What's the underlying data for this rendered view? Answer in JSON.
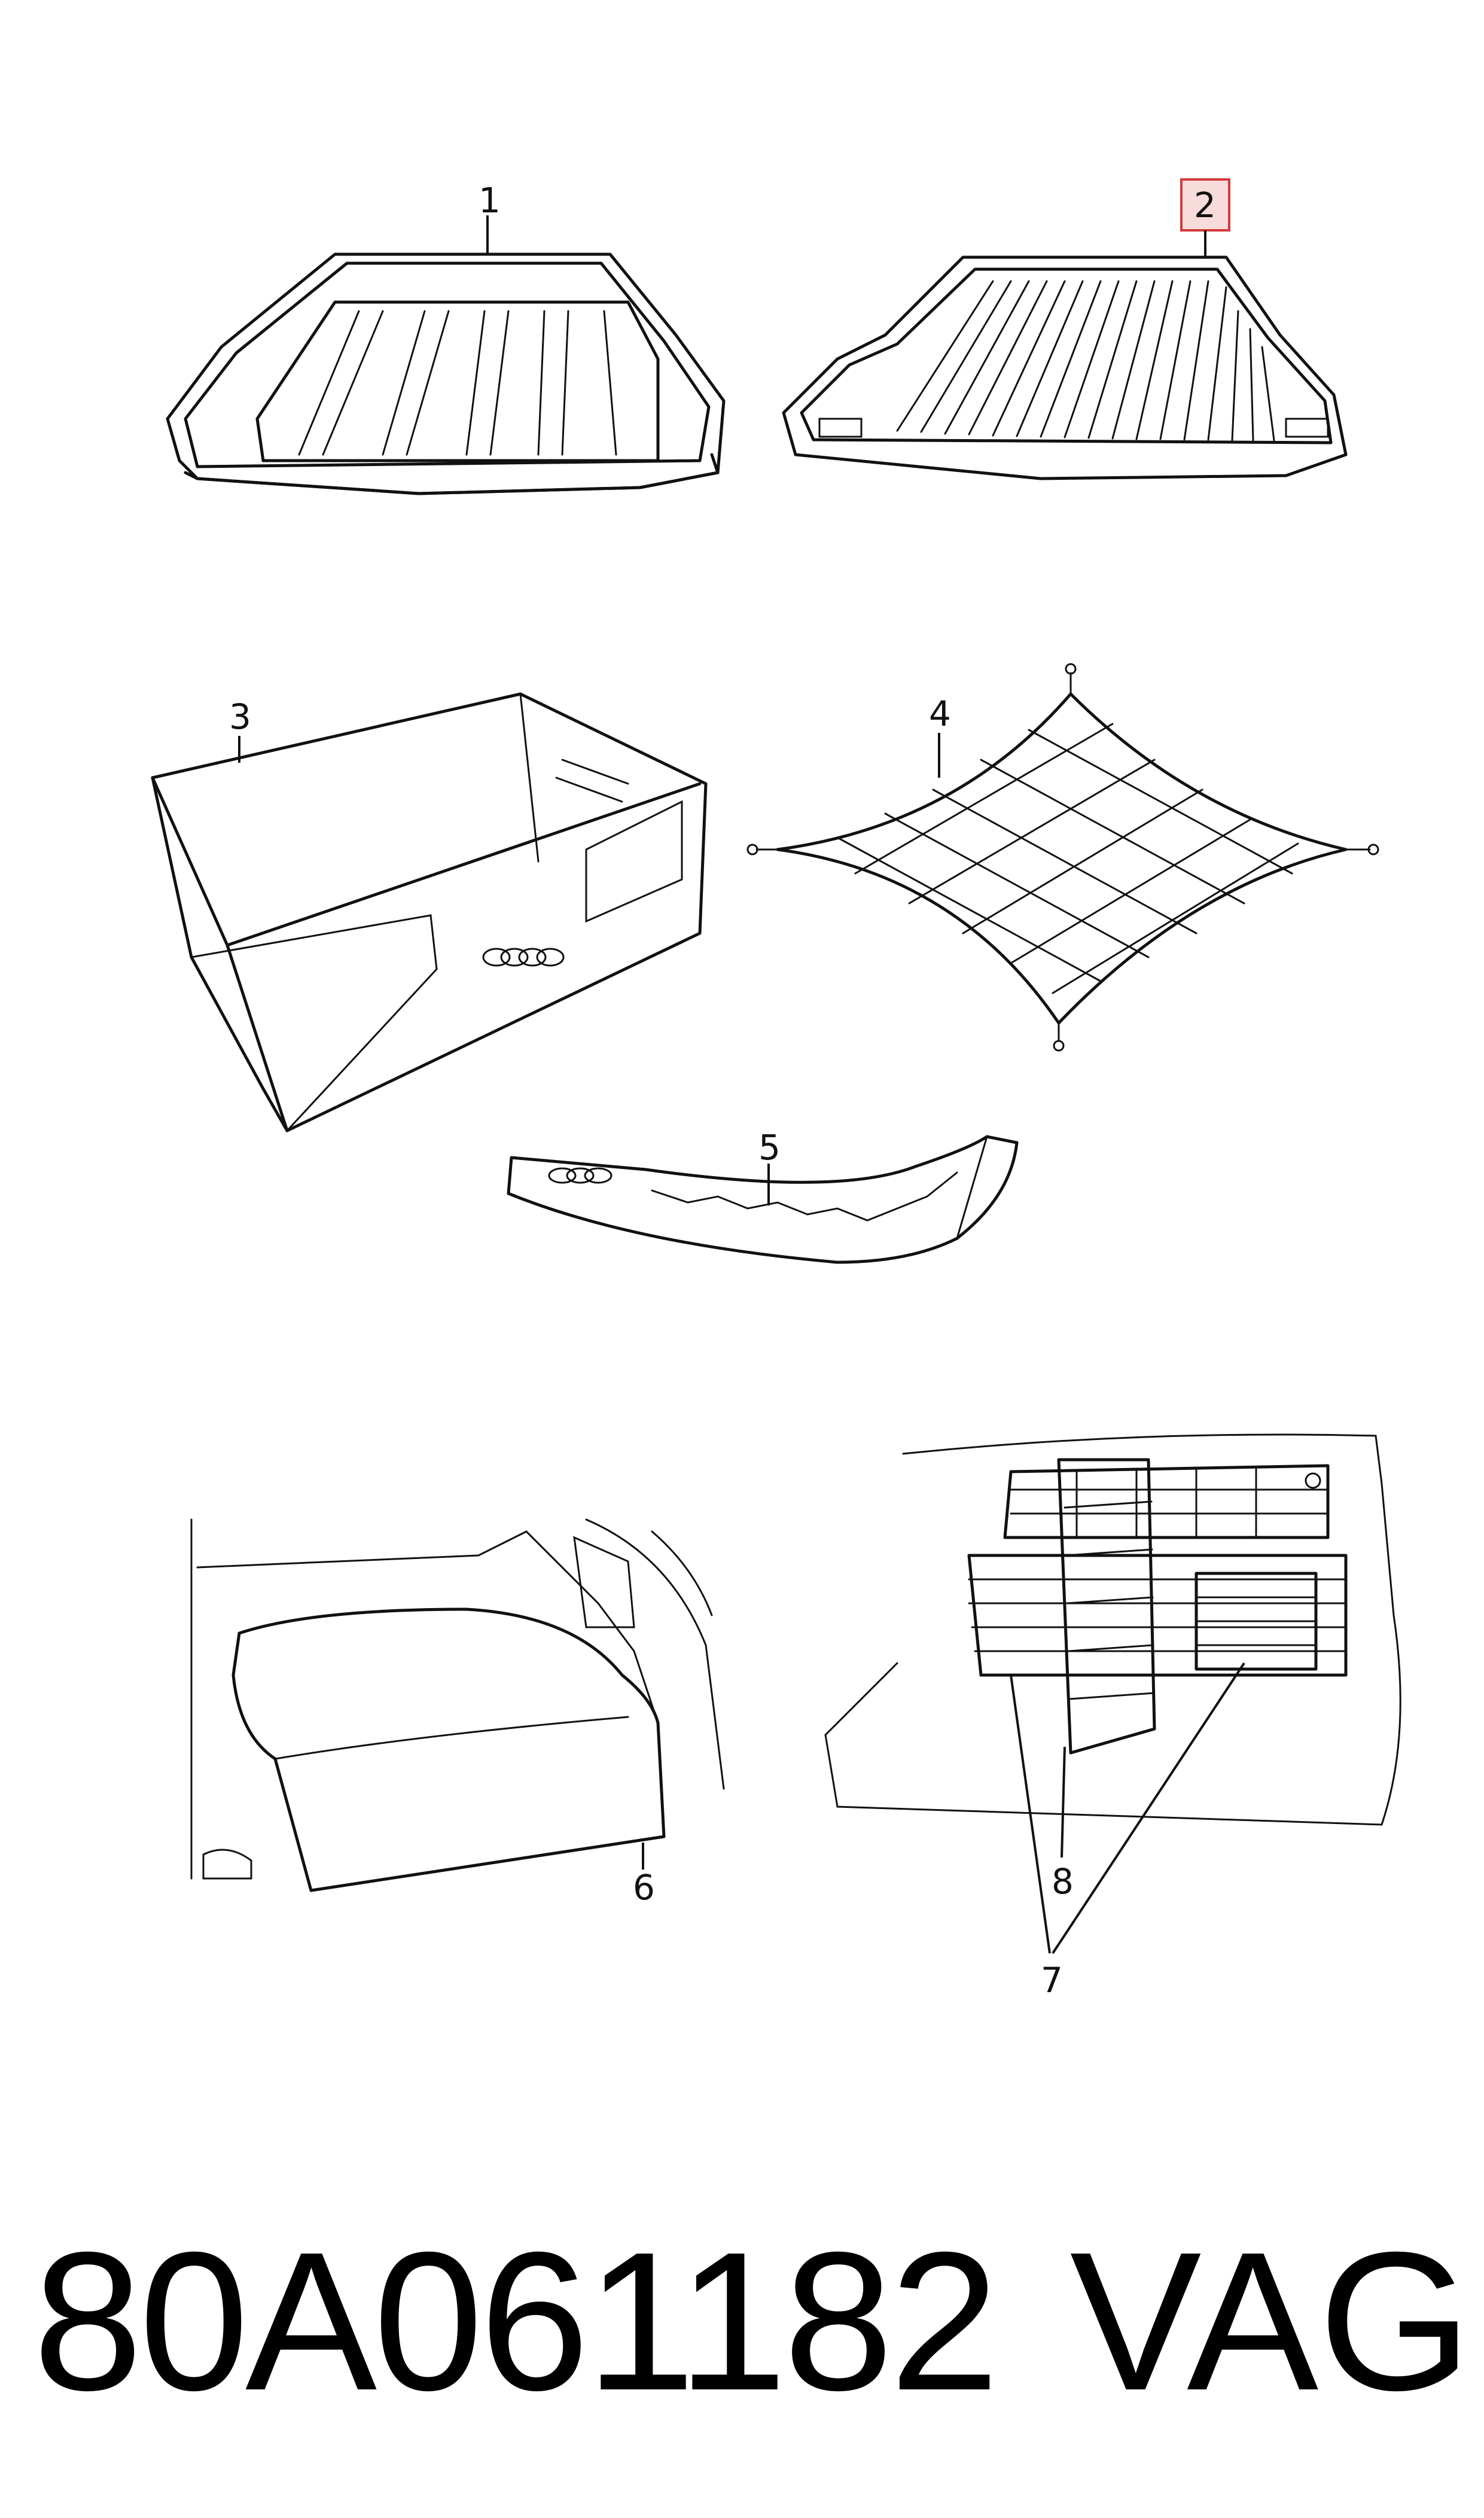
{
  "callouts": {
    "c1": "1",
    "c2": "2",
    "c3": "3",
    "c4": "4",
    "c5": "5",
    "c6": "6",
    "c7": "7",
    "c8": "8"
  },
  "highlight_color": "#d23a3a",
  "footer": {
    "part_number": "80A061182",
    "brand": "VAG"
  }
}
